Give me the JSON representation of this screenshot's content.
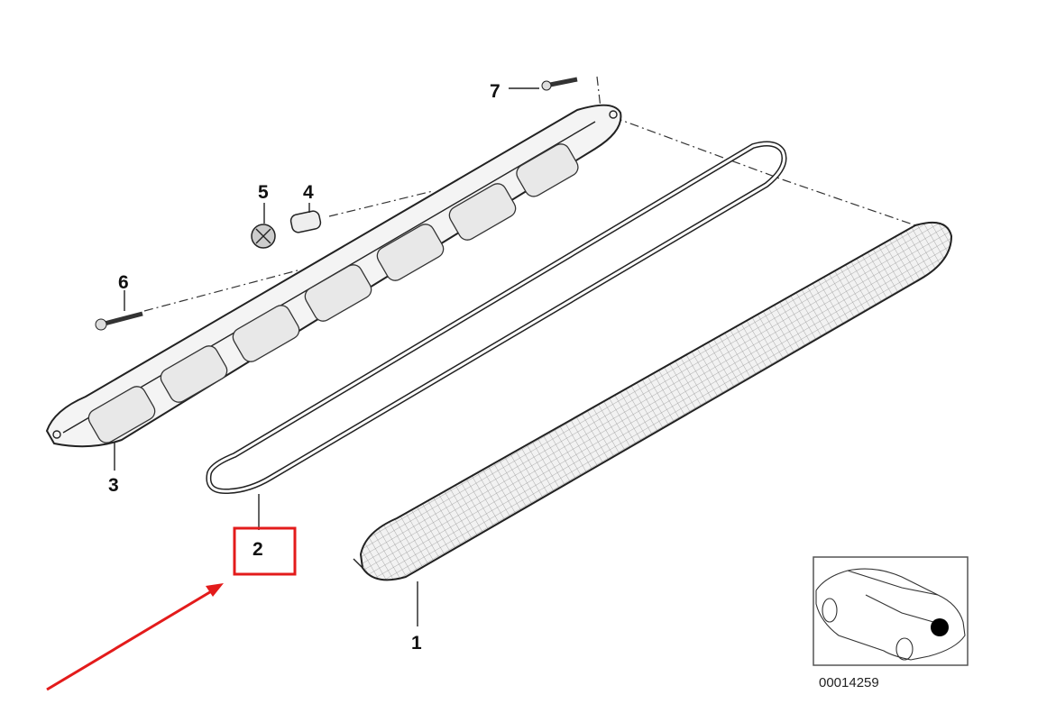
{
  "diagram": {
    "part_labels": [
      "1",
      "2",
      "3",
      "4",
      "5",
      "6",
      "7"
    ],
    "highlighted_label": "2",
    "inset_code": "00014259",
    "colors": {
      "highlight": "#e31b1b",
      "line": "#222222"
    }
  }
}
